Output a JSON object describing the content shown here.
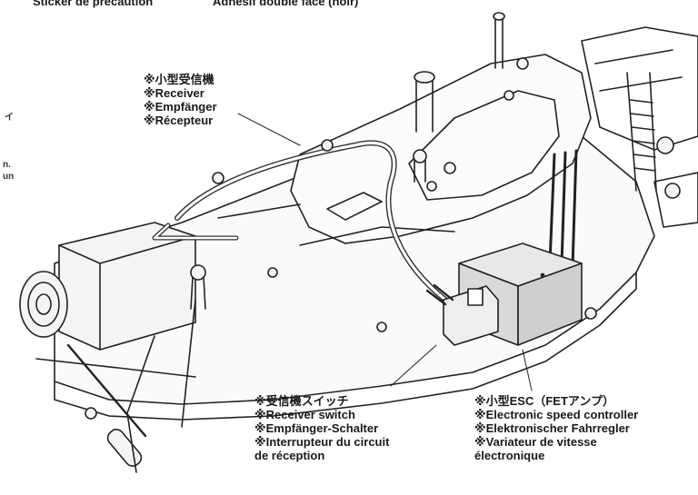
{
  "top_captions": {
    "left": "Sticker de précaution",
    "right": "Adhésif double face (noir)"
  },
  "side_fragments": [
    "イ",
    "n.",
    "un"
  ],
  "labels": {
    "receiver": {
      "ja": "※小型受信機",
      "en": "※Receiver",
      "de": "※Empfänger",
      "fr": "※Récepteur"
    },
    "switch": {
      "ja": "※受信機スイッチ",
      "en": "※Receiver switch",
      "de": "※Empfänger-Schalter",
      "fr1": "※Interrupteur du circuit",
      "fr2": "de réception"
    },
    "esc": {
      "ja": "※小型ESC（FETアンプ）",
      "en": "※Electronic speed controller",
      "de": "※Elektronischer Fahrregler",
      "fr1": "※Variateur de vitesse",
      "fr2": "électronique"
    }
  },
  "colors": {
    "line": "#222222",
    "esc_fill": "#d9d9d9",
    "esc_top": "#e8e8e8",
    "part_fill": "#f4f4f4"
  }
}
